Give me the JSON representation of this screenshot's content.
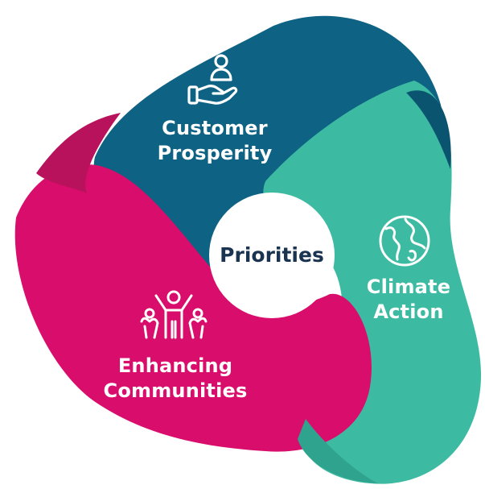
{
  "center": {
    "label": "Priorities"
  },
  "segments": [
    {
      "id": "customer-prosperity",
      "line1": "Customer",
      "line2": "Prosperity",
      "color": "#0e6283",
      "shade": "#0b5470",
      "icon": "hand-with-person-icon"
    },
    {
      "id": "climate-action",
      "line1": "Climate",
      "line2": "Action",
      "color": "#3dbba2",
      "shade": "#2fa38d",
      "icon": "globe-icon"
    },
    {
      "id": "enhancing-communities",
      "line1": "Enhancing",
      "line2": "Communities",
      "color": "#d90d6b",
      "shade": "#b8125d",
      "icon": "people-celebrating-icon"
    }
  ]
}
